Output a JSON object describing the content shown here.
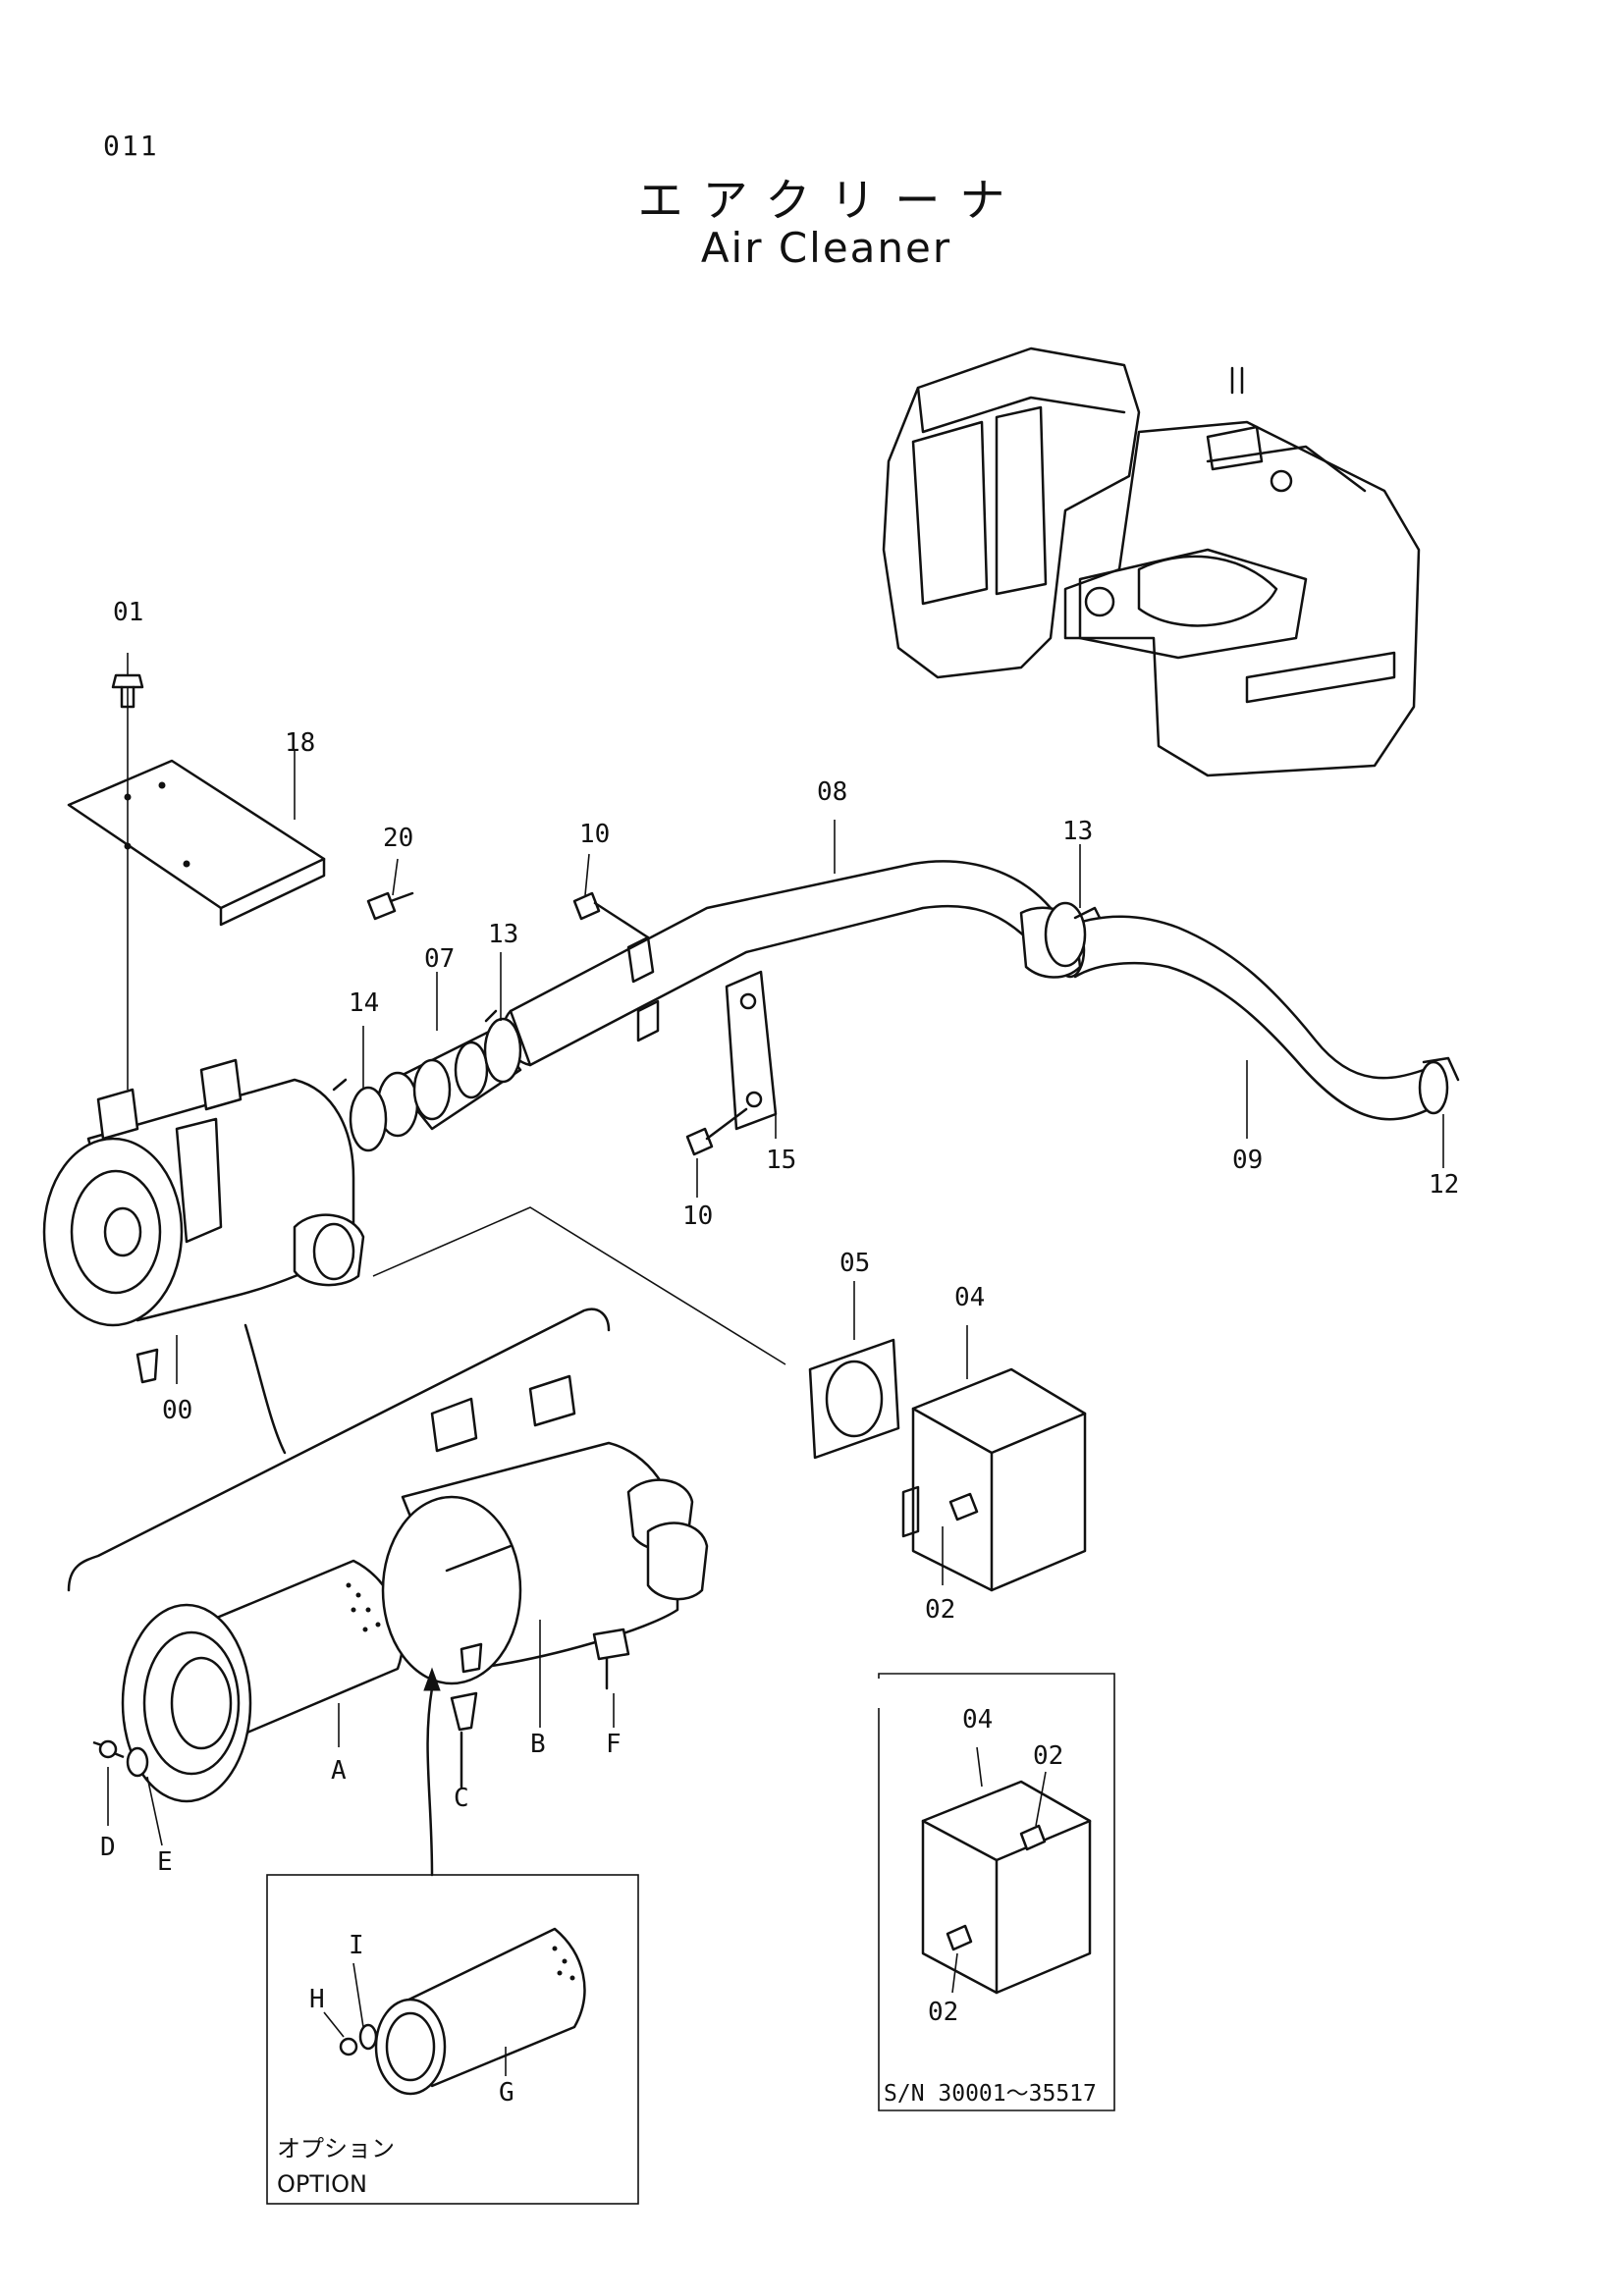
{
  "page_number": "011",
  "title_jp": "エアクリーナ",
  "title_en": "Air Cleaner",
  "callouts": {
    "c01": "01",
    "c18": "18",
    "c20": "20",
    "c10a": "10",
    "c08": "08",
    "c13a": "13",
    "c07": "07",
    "c13b": "13",
    "c14": "14",
    "c15": "15",
    "c10b": "10",
    "c09": "09",
    "c12": "12",
    "c05": "05",
    "c04a": "04",
    "c00": "00",
    "c02a": "02",
    "cA": "A",
    "cB": "B",
    "cC": "C",
    "cD": "D",
    "cE": "E",
    "cF": "F",
    "cG": "G",
    "cH": "H",
    "cI": "I",
    "c04b": "04",
    "c02b": "02",
    "c02c": "02"
  },
  "option_box": {
    "label_jp": "オプション",
    "label_en": "OPTION"
  },
  "serial_box": {
    "label": "S/N 30001～35517"
  }
}
